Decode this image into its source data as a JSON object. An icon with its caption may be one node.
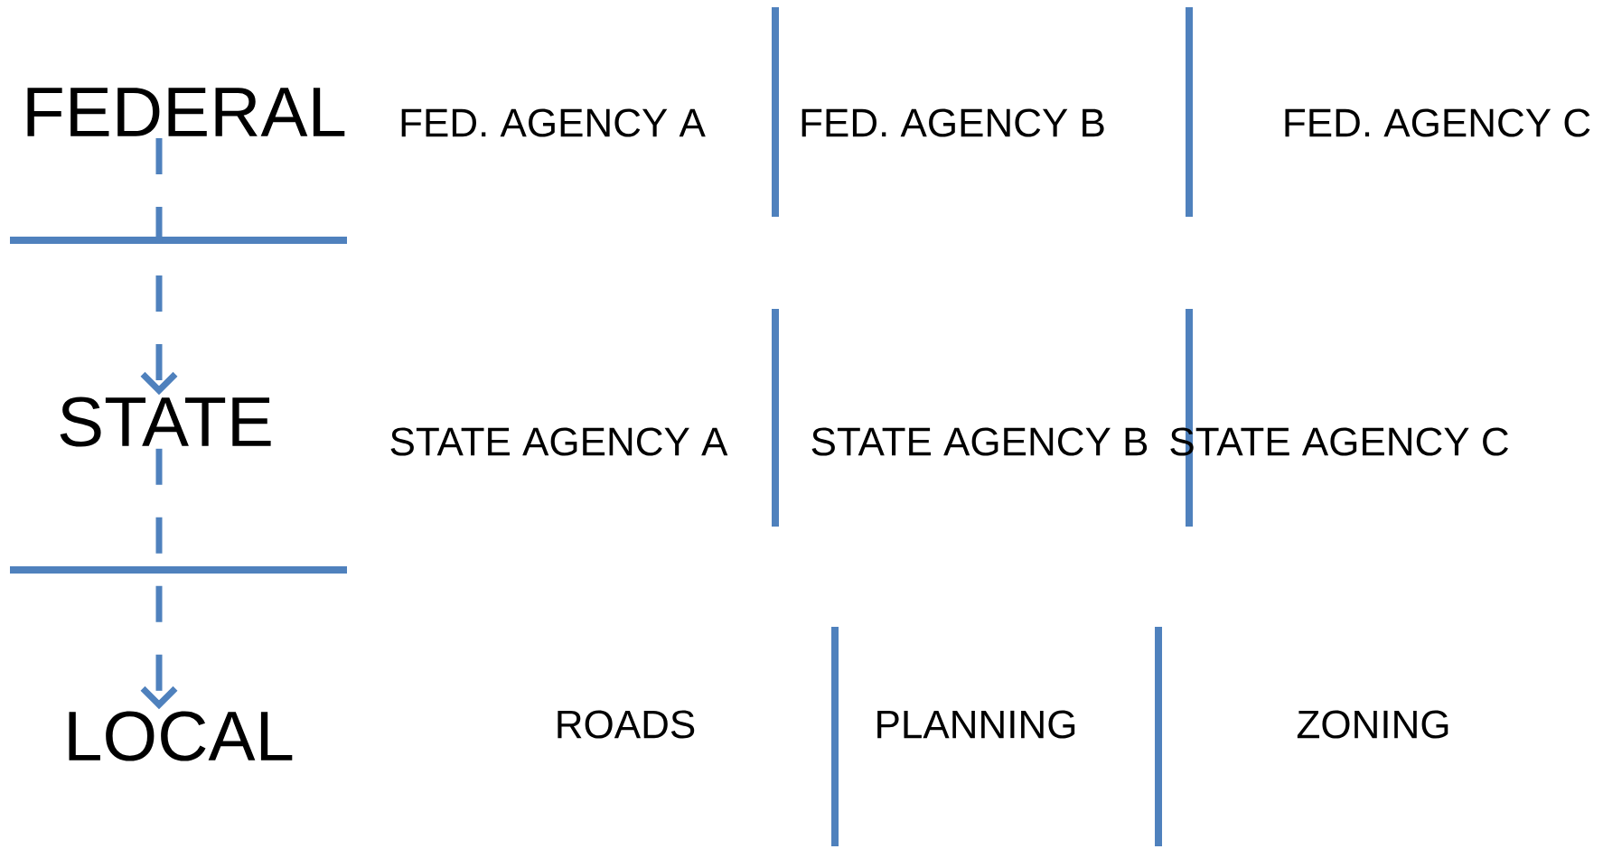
{
  "diagram": {
    "nodes": [
      {
        "text": [
          "FEDERAL"
        ]
      },
      {
        "text": [
          "STATE"
        ]
      },
      {
        "text": [
          "LOCAL"
        ]
      }
    ],
    "edges": [
      {
        "from": 0,
        "to": 1,
        "arrow": "to",
        "style": "dashed"
      },
      {
        "from": 1,
        "to": 2,
        "arrow": "to",
        "style": "dashed"
      }
    ],
    "labels": [
      "FED. AGENCY A",
      "FED. AGENCY B",
      "FED. AGENCY C",
      "STATE AGENCY A",
      "STATE AGENCY B",
      "STATE AGENCY C",
      "ROADS",
      "PLANNING",
      "ZONING"
    ]
  }
}
